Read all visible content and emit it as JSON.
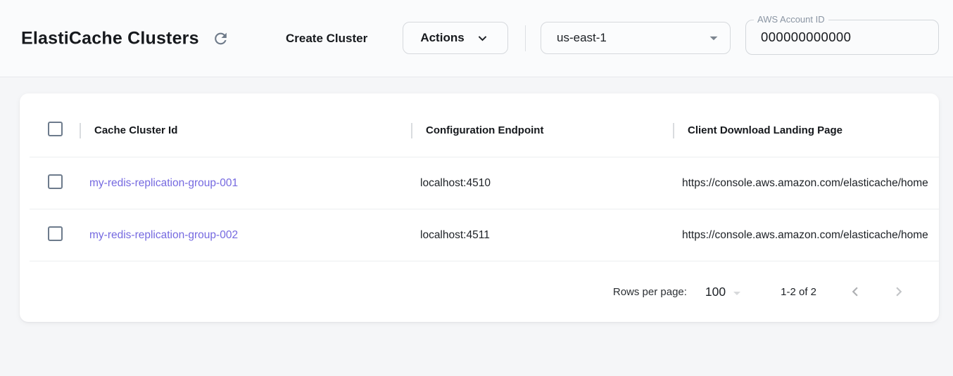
{
  "topbar": {
    "title": "ElastiCache Clusters",
    "create_button": "Create Cluster",
    "actions_button": "Actions",
    "region_select": {
      "value": "us-east-1"
    },
    "account_field": {
      "label": "AWS Account ID",
      "value": "000000000000"
    }
  },
  "table": {
    "columns": [
      {
        "label": "Cache Cluster Id"
      },
      {
        "label": "Configuration Endpoint"
      },
      {
        "label": "Client Download Landing Page"
      }
    ],
    "rows": [
      {
        "cache_cluster_id": "my-redis-replication-group-001",
        "configuration_endpoint": "localhost:4510",
        "client_download_landing_page": "https://console.aws.amazon.com/elasticache/home"
      },
      {
        "cache_cluster_id": "my-redis-replication-group-002",
        "configuration_endpoint": "localhost:4511",
        "client_download_landing_page": "https://console.aws.amazon.com/elasticache/home"
      }
    ],
    "pagination": {
      "rows_per_page_label": "Rows per page:",
      "rows_per_page_value": "100",
      "displayed_rows": "1-2 of 2"
    }
  },
  "icons": {
    "refresh": "circular-arrow",
    "chevron_down": "v-chevron",
    "dropdown_arrow": "filled-triangle-down",
    "chevron_left": "left-angle",
    "chevron_right": "right-angle"
  },
  "colors": {
    "link": "#7569e0",
    "checkbox_border": "#6d7b8c",
    "icon_gray": "#6e7a89",
    "card_background": "#ffffff",
    "page_background": "#f5f6f8"
  }
}
